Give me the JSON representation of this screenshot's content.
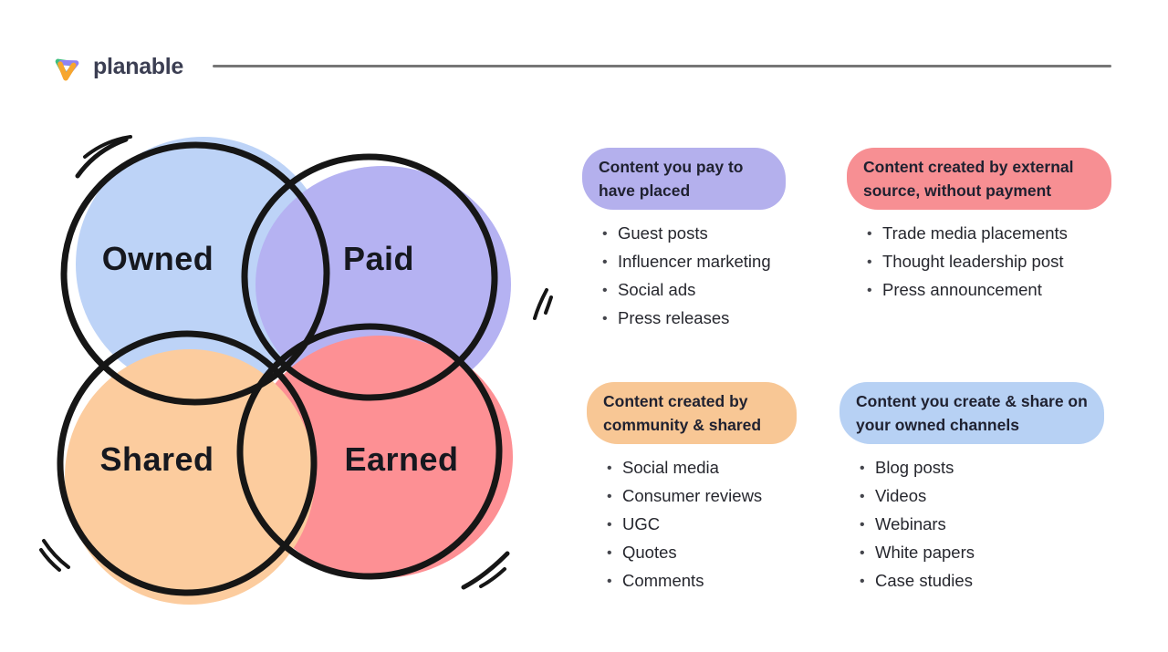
{
  "brand": {
    "name": "planable"
  },
  "colors": {
    "outline": "#161616",
    "divider": "#767676",
    "heading_text": "#1f2130",
    "body_text": "#26272e",
    "brand_text": "#3b3e52",
    "logo_green": "#3fbf7f",
    "logo_purple": "#8f83f3",
    "logo_orange": "#f7a62e",
    "background": "#ffffff"
  },
  "venn": {
    "circles": [
      {
        "id": "owned",
        "label": "Owned",
        "fill": "#bdd3f7"
      },
      {
        "id": "paid",
        "label": "Paid",
        "fill": "#b5b2f2"
      },
      {
        "id": "shared",
        "label": "Shared",
        "fill": "#fccc9e"
      },
      {
        "id": "earned",
        "label": "Earned",
        "fill": "#fd9094"
      }
    ]
  },
  "cards": [
    {
      "id": "paid-card",
      "accent": "#b4b0ed",
      "title": "Content you pay to have placed",
      "items": [
        "Guest posts",
        "Influencer marketing",
        "Social ads",
        "Press releases"
      ]
    },
    {
      "id": "earned-card",
      "accent": "#f78f93",
      "title": "Content created by external source, without payment",
      "items": [
        "Trade media placements",
        "Thought leadership post",
        "Press announcement"
      ]
    },
    {
      "id": "shared-card",
      "accent": "#f8c795",
      "title": "Content created by community & shared",
      "items": [
        "Social media",
        "Consumer reviews",
        "UGC",
        "Quotes",
        "Comments"
      ]
    },
    {
      "id": "owned-card",
      "accent": "#b7d1f4",
      "title": "Content you create & share on your owned channels",
      "items": [
        "Blog posts",
        "Videos",
        "Webinars",
        "White papers",
        "Case studies"
      ]
    }
  ]
}
